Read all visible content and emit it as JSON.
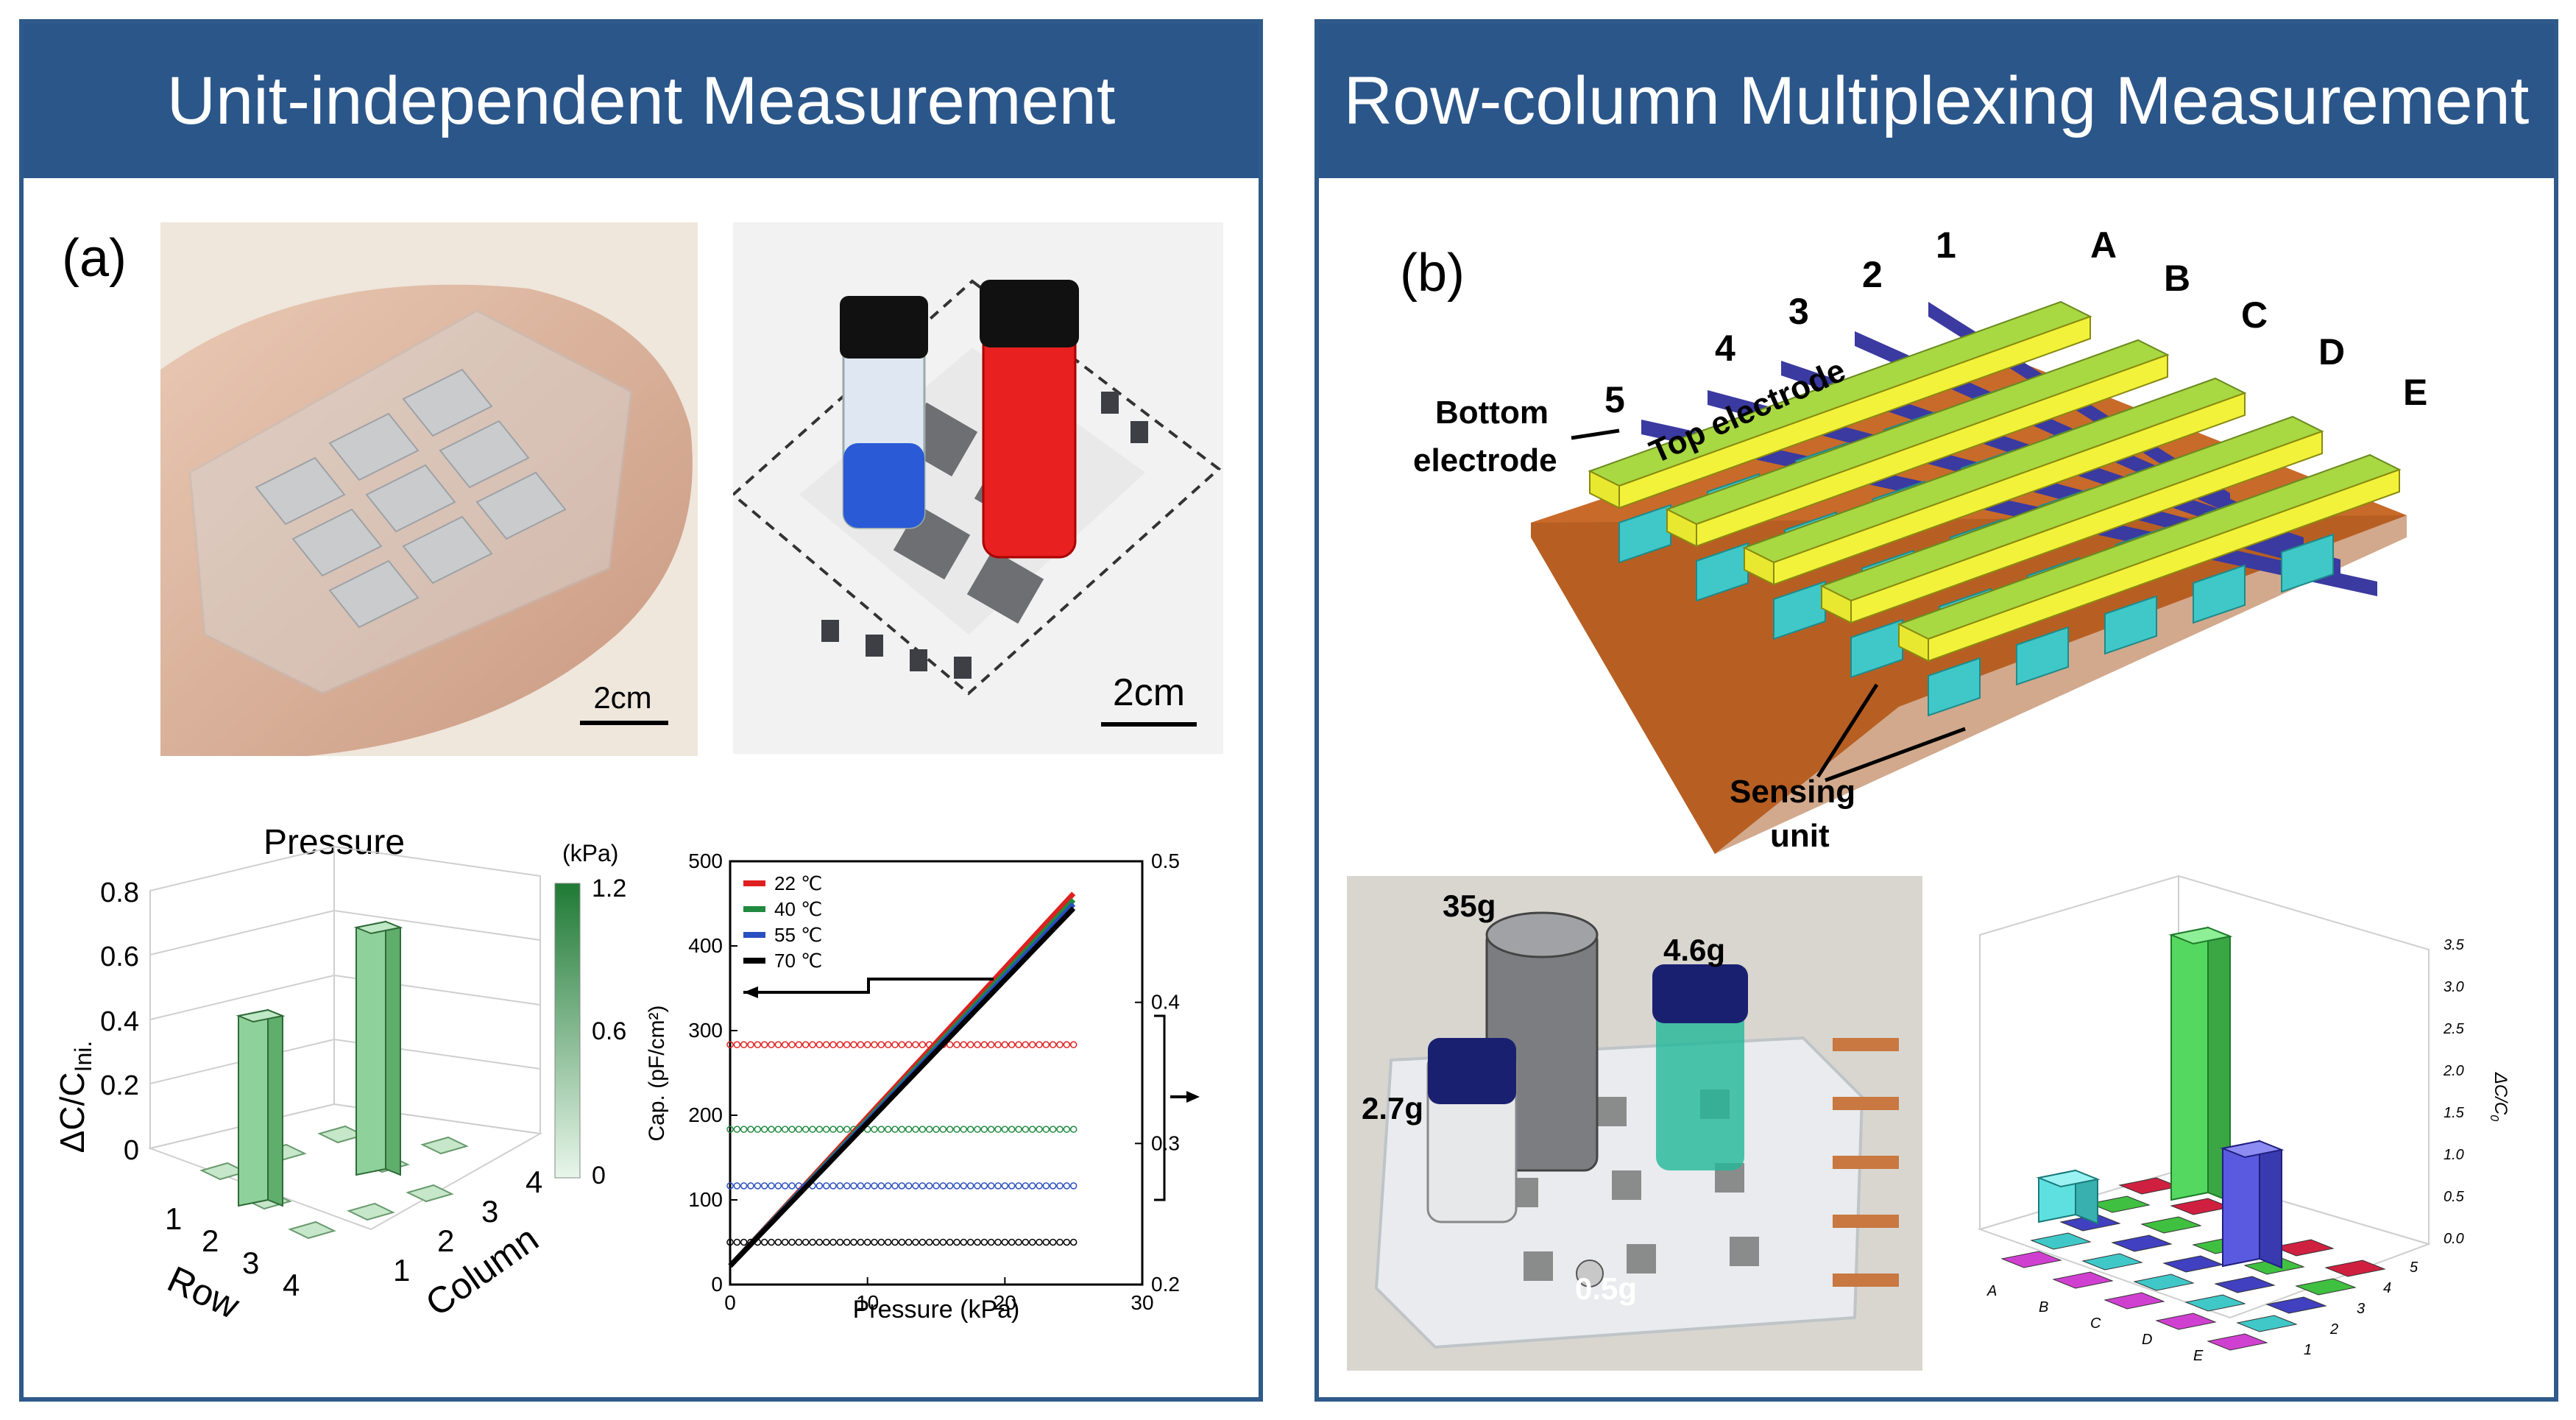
{
  "colors": {
    "header_bg": "#2b568a",
    "border": "#2f5a8a",
    "top_electrode": "#a8d842",
    "bottom_electrode": "#3a3aa0",
    "sensing": "#40c8c8",
    "substrate": "#c86a2a"
  },
  "left_panel": {
    "title": "Unit-independent Measurement",
    "label": "(a)",
    "photo1_scale": "2cm",
    "photo2_scale": "2cm",
    "chart3d": {
      "title": "Pressure",
      "ylabel": "ΔC/C",
      "ylabel_sub": "Ini.",
      "yticks": [
        "0.8",
        "0.6",
        "0.4",
        "0.2",
        "0"
      ],
      "row_label": "Row",
      "column_label": "Column",
      "row_ticks": [
        "1",
        "2",
        "3",
        "4"
      ],
      "column_ticks": [
        "1",
        "2",
        "3",
        "4"
      ],
      "colorbar_unit": "(kPa)",
      "colorbar_ticks": [
        "1.2",
        "0.6",
        "0"
      ]
    }
  },
  "right_panel": {
    "title": "Row-column Multiplexing Measurement",
    "label": "(b)",
    "diagram": {
      "top_electrode_label": "Top electrode",
      "bottom_electrode_label_1": "Bottom",
      "bottom_electrode_label_2": "electrode",
      "sensing_label_1": "Sensing",
      "sensing_label_2": "unit",
      "column_letters": [
        "A",
        "B",
        "C",
        "D",
        "E"
      ],
      "row_numbers": [
        "1",
        "2",
        "3",
        "4",
        "5"
      ]
    },
    "photo_weights": [
      "35g",
      "4.6g",
      "2.7g",
      "0.5g"
    ],
    "bar3d": {
      "zticks": [
        "3.5",
        "3.0",
        "2.5",
        "2.0",
        "1.5",
        "1.0",
        "0.5",
        "0.0"
      ],
      "zlabel": "ΔC/C",
      "zlabel_sub": "0",
      "x_ticks": [
        "A",
        "B",
        "C",
        "D",
        "E"
      ],
      "y_ticks": [
        "1",
        "2",
        "3",
        "4",
        "5"
      ]
    }
  },
  "chart_data": {
    "type": "scatter",
    "xlabel": "Pressure (kPa)",
    "ylabel": "Cap. (pF/cm²)",
    "xlim": [
      0,
      30
    ],
    "ylim": [
      0,
      500
    ],
    "y2lim": [
      0.2,
      0.5
    ],
    "xticks": [
      0,
      10,
      20,
      30
    ],
    "yticks": [
      0,
      100,
      200,
      300,
      400,
      500
    ],
    "y2ticks": [
      0.2,
      0.3,
      0.4,
      0.5
    ],
    "legend_position": "top-left",
    "series": [
      {
        "name": "22 ℃",
        "color": "#e02020",
        "cap_slope": 17.6,
        "cap_intercept": 22,
        "ratio": 0.37
      },
      {
        "name": "40 ℃",
        "color": "#208a40",
        "cap_slope": 17.3,
        "cap_intercept": 22,
        "ratio": 0.31
      },
      {
        "name": "55 ℃",
        "color": "#2a4fc0",
        "cap_slope": 17.1,
        "cap_intercept": 22,
        "ratio": 0.27
      },
      {
        "name": "70 ℃",
        "color": "#000000",
        "cap_slope": 16.9,
        "cap_intercept": 22,
        "ratio": 0.23
      }
    ]
  }
}
